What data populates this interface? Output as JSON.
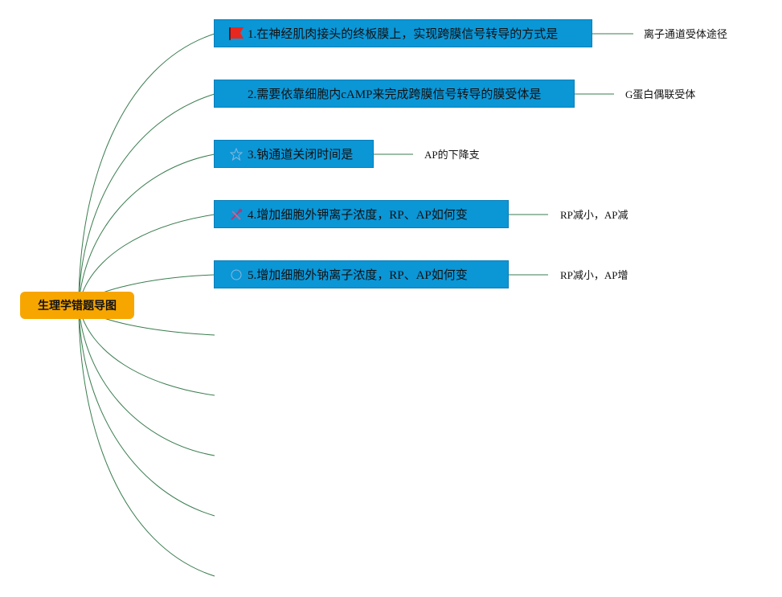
{
  "root": {
    "label": "生理学错题导图"
  },
  "colors": {
    "root_fill": "#f7a600",
    "branch_fill": "#0b96d6",
    "connector": "#3a7d4f",
    "flag": "#e8281e",
    "tool_icon": "#b03a7a",
    "faint_icon": "#8ab8da"
  },
  "branches": [
    {
      "label": "1.在神经肌肉接头的终板膜上，实现跨膜信号转导的方式是",
      "answer": "离子通道受体途径",
      "icon": "red-flag-icon"
    },
    {
      "label": "2.需要依靠细胞内cAMP来完成跨膜信号转导的膜受体是",
      "answer": "G蛋白偶联受体",
      "icon": "blank-icon"
    },
    {
      "label": "3.钠通道关闭时间是",
      "answer": "AP的下降支",
      "icon": "star-icon"
    },
    {
      "label": "4.增加细胞外钾离子浓度，RP、AP如何变",
      "answer": "RP减小，AP减",
      "icon": "tools-icon"
    },
    {
      "label": "5.增加细胞外钠离子浓度，RP、AP如何变",
      "answer": "RP减小，AP增",
      "icon": "circle-icon"
    }
  ]
}
